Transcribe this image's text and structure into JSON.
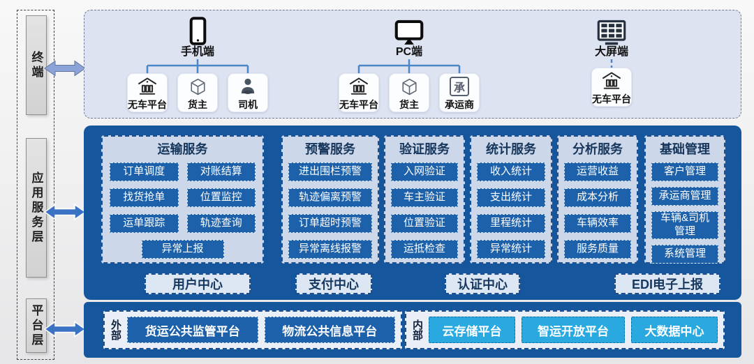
{
  "colors": {
    "panel_dark_blue": "#15569c",
    "button_blue": "#1d61ab",
    "column_light_blue": "#ccd7ea",
    "terminal_panel_bg": "#dde3f1",
    "cyan_button": "#29a9e0",
    "arrow_blue": "#3a72c4",
    "arrow_light_blue": "#8ba3d6",
    "heading_navy": "#16365c"
  },
  "layers": {
    "terminal": {
      "label": "终端"
    },
    "application": {
      "label": "应用服务层"
    },
    "platform": {
      "label": "平台层"
    }
  },
  "terminal_section": {
    "groups": [
      {
        "name": "手机端",
        "children": [
          {
            "label": "无车平台"
          },
          {
            "label": "货主"
          },
          {
            "label": "司机"
          }
        ]
      },
      {
        "name": "PC端",
        "children": [
          {
            "label": "无车平台"
          },
          {
            "label": "货主"
          },
          {
            "label": "承运商",
            "glyph": "承"
          }
        ]
      },
      {
        "name": "大屏端",
        "children": [
          {
            "label": "无车平台"
          }
        ]
      }
    ]
  },
  "services": {
    "columns": [
      {
        "title": "运输服务",
        "items": [
          "订单调度",
          "对账结算",
          "找货抢单",
          "位置监控",
          "运单跟踪",
          "轨迹查询",
          "异常上报"
        ]
      },
      {
        "title": "预警服务",
        "items": [
          "进出围栏预警",
          "轨迹偏离预警",
          "订单超时预警",
          "异常离线报警"
        ]
      },
      {
        "title": "验证服务",
        "items": [
          "入网验证",
          "车主验证",
          "位置验证",
          "运抵检查"
        ]
      },
      {
        "title": "统计服务",
        "items": [
          "收入统计",
          "支出统计",
          "里程统计",
          "异常统计"
        ]
      },
      {
        "title": "分析服务",
        "items": [
          "运营收益",
          "成本分析",
          "车辆效率",
          "服务质量"
        ]
      },
      {
        "title": "基础管理",
        "items": [
          "客户管理",
          "承运商管理",
          "车辆&司机\n管理",
          "系统管理"
        ]
      }
    ],
    "centers": [
      "用户中心",
      "支付中心",
      "认证中心",
      "EDI电子上报"
    ]
  },
  "platform_section": {
    "external": {
      "label": "外部",
      "items": [
        "货运公共监管平台",
        "物流公共信息平台"
      ]
    },
    "internal": {
      "label": "内部",
      "items": [
        "云存储平台",
        "智运开放平台",
        "大数据中心"
      ]
    }
  }
}
